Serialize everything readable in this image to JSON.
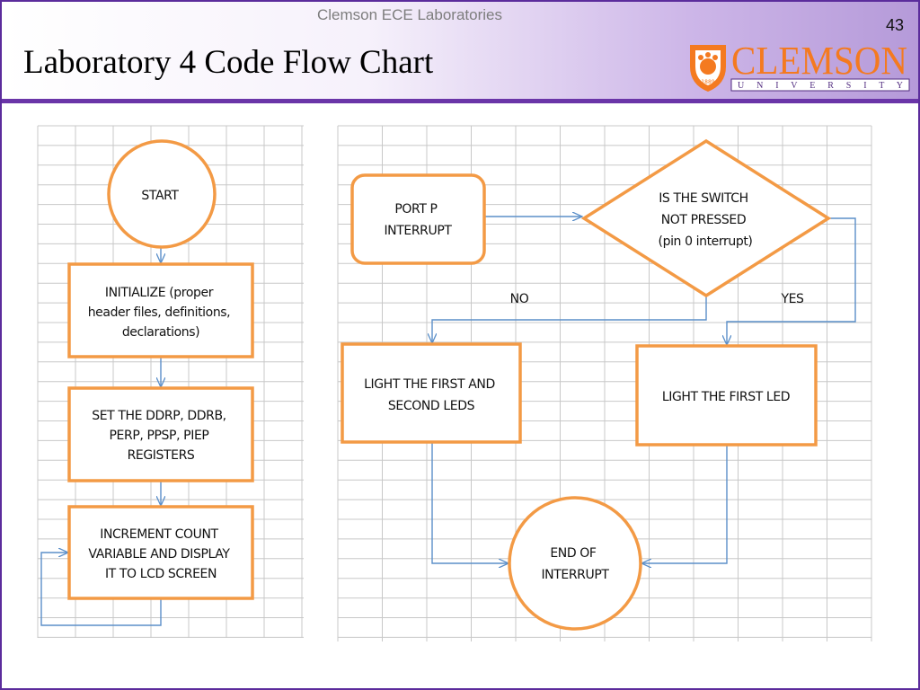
{
  "header": {
    "lab_name": "Clemson ECE Laboratories",
    "slide_number": "43",
    "title": "Laboratory 4 Code Flow Chart"
  },
  "logo": {
    "wordmark": "CLEMSON",
    "subtext": "U N I V E R S I T Y",
    "year": "1889",
    "brand_color": "#f47a20",
    "accent_color": "#522d80"
  },
  "colors": {
    "shape_stroke": "#f39a45",
    "connector": "#5b8fc9",
    "header_rule": "#6a35a8"
  },
  "main_flow": {
    "start": [
      "START"
    ],
    "initialize": [
      "INITIALIZE (proper",
      "header files, definitions,",
      "declarations)"
    ],
    "set_registers": [
      "SET THE DDRP, DDRB,",
      "PERP, PPSP, PIEP",
      "REGISTERS"
    ],
    "increment": [
      "INCREMENT COUNT",
      "VARIABLE AND DISPLAY",
      "IT TO LCD SCREEN"
    ]
  },
  "interrupt_flow": {
    "port_p": [
      "PORT P",
      "INTERRUPT"
    ],
    "decision": [
      "IS THE SWITCH",
      "NOT PRESSED",
      "(pin 0 interrupt)"
    ],
    "no_label": "NO",
    "yes_label": "YES",
    "light_two": [
      "LIGHT THE FIRST AND",
      "SECOND LEDS"
    ],
    "light_one": [
      "LIGHT THE FIRST LED"
    ],
    "end": [
      "END OF",
      "INTERRUPT"
    ]
  }
}
